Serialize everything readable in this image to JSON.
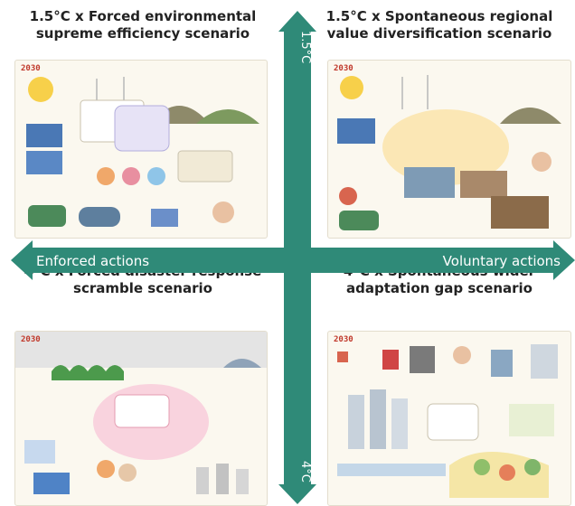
{
  "quadrants": {
    "top_left": {
      "title": "1.5°C x Forced environmental supreme efficiency scenario",
      "year": "2030"
    },
    "top_right": {
      "title": "1.5°C x Spontaneous regional value diversification scenario",
      "year": "2030"
    },
    "bottom_left": {
      "title": "4°C x Forced disaster response scramble scenario",
      "year": "2030"
    },
    "bottom_right": {
      "title": "4°C x Spontaneous wider adaptation gap scenario",
      "year": "2030"
    }
  },
  "axes": {
    "horizontal": {
      "left_label": "Enforced actions",
      "right_label": "Voluntary actions"
    },
    "vertical": {
      "top_label": "1.5°C",
      "bottom_label": "4°C"
    },
    "color": "#2f8a78"
  }
}
